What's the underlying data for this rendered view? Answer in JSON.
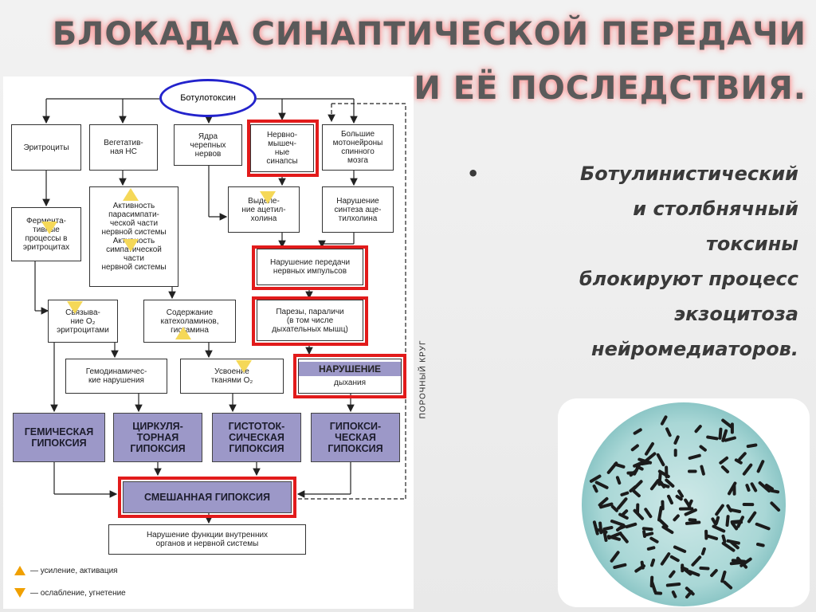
{
  "title": {
    "line1": "БЛОКАДА СИНАПТИЧЕСКОЙ ПЕРЕДАЧИ",
    "line2": "И ЕЁ ПОСЛЕДСТВИЯ."
  },
  "bullet": {
    "symbol": "•",
    "lines": [
      "Ботулинистический",
      "и столбнячный",
      "токсины",
      "блокируют процесс",
      "экзоцитоза",
      "нейромедиаторов."
    ]
  },
  "diagram": {
    "root": "Ботулотоксин",
    "row1": [
      "Эритроциты",
      "Вегетатив-\nная НС",
      "Ядра\nчерепных\nнервов",
      "Нервно-\nмышеч-\nные\nсинапсы",
      "Большие\nмотонейроны\nспинного\nмозга"
    ],
    "fermentative": "Фермента-\nтивные\nпроцессы в\nэритроцитах",
    "activity": "Активность\nпарасимпати-\nческой части\nнервной системы\nАктивность\nсимпатической\nчасти\nнервной системы",
    "release": "Выделе-\nние ацетил-\nхолина",
    "synthesis": "Нарушение\nсинтеза аце-\nтилхолина",
    "transmission": "Нарушение передачи\nнервных импульсов",
    "paresis": "Парезы, параличи\n(в том числе\nдыхательных мышц)",
    "binding": "Связыва-\nние О₂\nэритроцитами",
    "catechol": "Содержание\nкатехоламинов,\nгистамина",
    "hemodynamic": "Гемодинамичес-\nкие нарушения",
    "uptake": "Усвоение\nтканями О₂",
    "breath_bold": "НАРУШЕНИЕ",
    "breath_small": "дыхания",
    "hypoxia": [
      "ГЕМИЧЕСКАЯ\nГИПОКСИЯ",
      "ЦИРКУЛЯ-\nТОРНАЯ\nГИПОКСИЯ",
      "ГИСТОТОК-\nСИЧЕСКАЯ\nГИПОКСИЯ",
      "ГИПОКСИ-\nЧЕСКАЯ\nГИПОКСИЯ"
    ],
    "mixed": "СМЕШАННАЯ ГИПОКСИЯ",
    "outcome": "Нарушение функции внутренних\nорганов и нервной системы",
    "vicious_circle": "ПОРОЧНЫЙ КРУГ",
    "legend_up": "— усиление, активация",
    "legend_down": "— ослабление, угнетение"
  },
  "colors": {
    "accent_red": "#e21b1b",
    "oval_blue": "#2323cc",
    "hypoxia_fill": "#9c98c8",
    "marker_yellow": "#f5d858",
    "legend_orange": "#f0a000"
  },
  "image": {
    "subject": "microscope-bacteria-image"
  }
}
